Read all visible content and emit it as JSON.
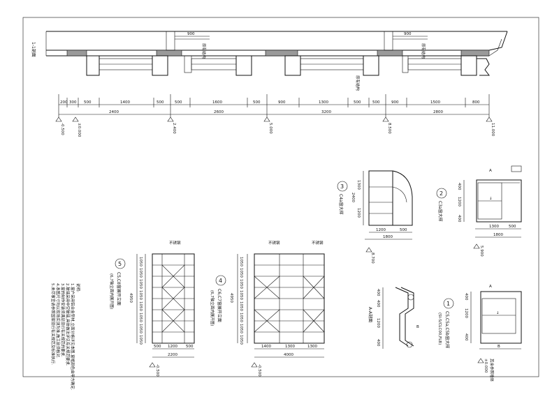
{
  "top_section": {
    "section_label": "1-1剖面",
    "dims_upper": [
      "200",
      "300",
      "500",
      "1400",
      "500",
      "500",
      "1600",
      "500",
      "900",
      "1300",
      "500",
      "500",
      "900",
      "1500",
      "800"
    ],
    "dims_lower": [
      "2400",
      "2600",
      "3200",
      "2800"
    ],
    "top_dims": [
      "900",
      "900"
    ],
    "elevations": [
      "-0.500",
      "±0.000",
      "2.400",
      "5.000",
      "8.500",
      "11.000"
    ],
    "note_top": "原有结构"
  },
  "detail3": {
    "title": "C4a窗大样",
    "num": "3",
    "dims_bottom": [
      "1200",
      "500"
    ],
    "total": "1800",
    "dims_side": [
      "1300",
      "1200"
    ],
    "total_side": "2400",
    "elev": "8.700"
  },
  "detail2": {
    "title": "C3a窗大样",
    "num": "2",
    "dims_bottom": [
      "1300",
      "500"
    ],
    "total": "1800",
    "dims_side": [
      "400",
      "1200",
      "400"
    ],
    "elev": "5.900",
    "tag_a": "A"
  },
  "detail1": {
    "title": "C5,C5a,C5b窗大样",
    "num": "1",
    "sub": "(SI-S/CLC00,FLB)",
    "dims_side": [
      "400",
      "1200",
      "400"
    ],
    "elev": "±0.000",
    "tag_a": "A",
    "tag_b": "B",
    "note": "其余参照墙体"
  },
  "section_aa": {
    "title": "A-A剖面",
    "dims": [
      "400",
      "400",
      "1200",
      "400"
    ],
    "tag": "B"
  },
  "detail4": {
    "title": "C6,C7窗展开立面",
    "num": "4",
    "sub": "(6,7轴立面内展开图)",
    "dims_bottom": [
      "1400",
      "1300",
      "1300"
    ],
    "total": "4000",
    "rows": [
      "1050",
      "1050",
      "1050",
      "1050",
      "1050",
      "1050",
      "1050",
      "1050"
    ],
    "total_side": "4950",
    "elev": "-0.500",
    "tag": "不锈钢"
  },
  "detail5": {
    "title": "C5,C8窗展开立面",
    "num": "5",
    "sub": "(6,7轴立面内展开图)",
    "dims_bottom": [
      "500",
      "1200",
      "500"
    ],
    "total": "2200",
    "rows": [
      "1050",
      "1050",
      "1050",
      "1050",
      "1050",
      "1050",
      "1050",
      "1050"
    ],
    "total_side": "4950",
    "elev": "-0.500",
    "tag": "不锈钢",
    "notes_heading": "说明:",
    "notes": [
      "1.窗户采用铝合金型材,立面分格详见本图,窗框颜色由甲方确定.",
      "2.玻璃采用中空玻璃,具体做法详见有关规范要求.",
      "3.窗的制作安装须满足现行有关规范的要求.",
      "4.本图尺寸均以现场实测为准,施工前须核对.",
      "5.未尽事宜请参照国家现行有关规范及标准执行."
    ]
  }
}
